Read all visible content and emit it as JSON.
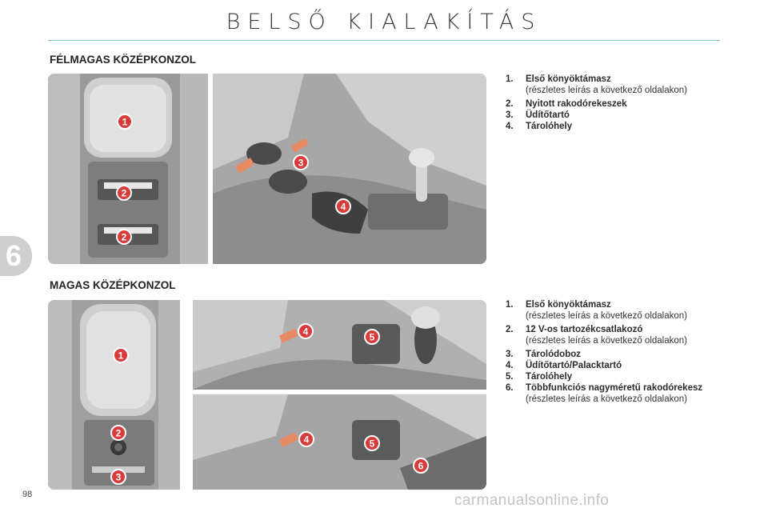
{
  "page": {
    "title": "BELSŐ KIALAKÍTÁS",
    "chapter_number": "6",
    "page_number": "98",
    "watermark": "carmanualsonline.info"
  },
  "section1": {
    "heading": "FÉLMAGAS KÖZÉPKONZOL",
    "items": [
      {
        "num": "1.",
        "label": "Első könyöktámasz",
        "note": "(részletes leírás a következő oldalakon)"
      },
      {
        "num": "2.",
        "label": "Nyitott rakodórekeszek",
        "note": ""
      },
      {
        "num": "3.",
        "label": "Üdítőtartó",
        "note": ""
      },
      {
        "num": "4.",
        "label": "Tárolóhely",
        "note": ""
      }
    ],
    "markers": [
      "1",
      "2",
      "2",
      "3",
      "4"
    ]
  },
  "section2": {
    "heading": "MAGAS KÖZÉPKONZOL",
    "items": [
      {
        "num": "1.",
        "label": "Első könyöktámasz",
        "note": "(részletes leírás a következő oldalakon)"
      },
      {
        "num": "2.",
        "label": "12 V-os tartozékcsatlakozó",
        "note": "(részletes leírás a következő oldalakon)"
      },
      {
        "num": "3.",
        "label": "Tárolódoboz",
        "note": ""
      },
      {
        "num": "4.",
        "label": "Üdítőtartó/Palacktartó",
        "note": ""
      },
      {
        "num": "5.",
        "label": "Tárolóhely",
        "note": ""
      },
      {
        "num": "6.",
        "label": "Többfunkciós nagyméretű rakodórekesz",
        "note": "(részletes leírás a következő oldalakon)"
      }
    ],
    "markers": [
      "1",
      "2",
      "3",
      "4",
      "5",
      "4",
      "5",
      "6"
    ]
  },
  "colors": {
    "accent_rule": "#7fc9c6",
    "marker_fill": "#d93a3a",
    "chapter_tab": "#cfcfcf"
  }
}
